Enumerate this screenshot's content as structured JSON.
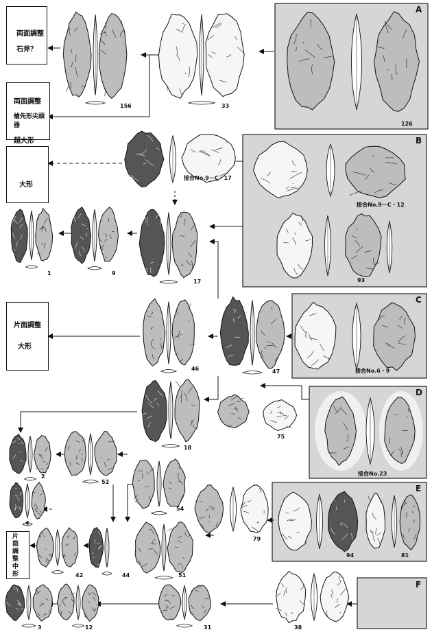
{
  "boxes": {
    "box1": [
      "両面調整",
      "石斧？"
    ],
    "box2": [
      "両面調整",
      "槍先形尖頭器",
      "超大形"
    ],
    "box3": [
      "大形"
    ],
    "box4": [
      "片面調整",
      "大形"
    ],
    "box5": [
      "片",
      "面",
      "調",
      "整",
      "中",
      "形"
    ]
  },
  "panels": {
    "a": "A",
    "b": "B",
    "c": "C",
    "d": "D",
    "e": "E",
    "f": "F"
  },
  "captions": {
    "b_top": "接合No.9－C・17",
    "b_in": "接合No.9－C・12",
    "c": "接合No.6・9",
    "d": "接合No.23"
  },
  "numbers": {
    "n156": "156",
    "n33": "33",
    "n126": "126",
    "n17": "17",
    "n1": "1",
    "n9": "9",
    "n93": "93",
    "n46": "46",
    "n47": "47",
    "n75": "75",
    "n18": "18",
    "n2": "2",
    "n52": "52",
    "n54": "54",
    "n4": "4",
    "n79": "79",
    "n94": "94",
    "n81": "81",
    "n42": "42",
    "n44": "44",
    "n51": "51",
    "n3": "3",
    "n12": "12",
    "n31": "31",
    "n38": "38"
  },
  "colors": {
    "line": "#111111",
    "panel": "#d9d9d9",
    "dark": "#3a3a3a",
    "light": "#f4f4f4"
  }
}
